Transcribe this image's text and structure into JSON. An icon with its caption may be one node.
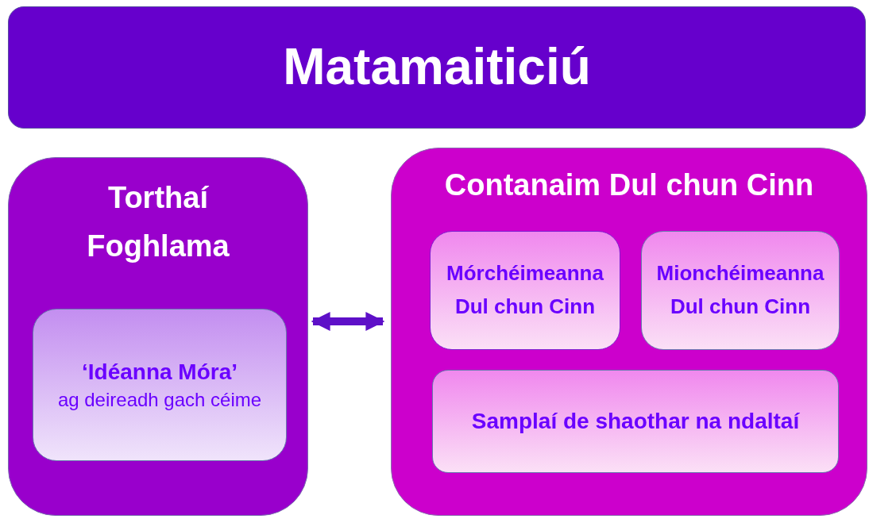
{
  "diagram": {
    "nodes": [
      {
        "text": [
          "Matamaiticiú"
        ]
      },
      {
        "text": [
          "Torthaí Foghlama"
        ]
      },
      {
        "text": [
          "‘Idéanna Móra’",
          "ag deireadh gach céime"
        ],
        "in": 1
      },
      {
        "text": [
          "Contanaim Dul chun Cinn"
        ]
      },
      {
        "text": [
          "Mórchéimeanna Dul chun Cinn"
        ],
        "in": 3
      },
      {
        "text": [
          "Mionchéimeanna Dul chun Cinn"
        ],
        "in": 3
      },
      {
        "text": [
          "Samplaí de shaothar na ndaltaí"
        ],
        "in": 3
      }
    ],
    "edges": [
      {
        "from": 1,
        "to": 3,
        "arrow": "both"
      }
    ]
  }
}
